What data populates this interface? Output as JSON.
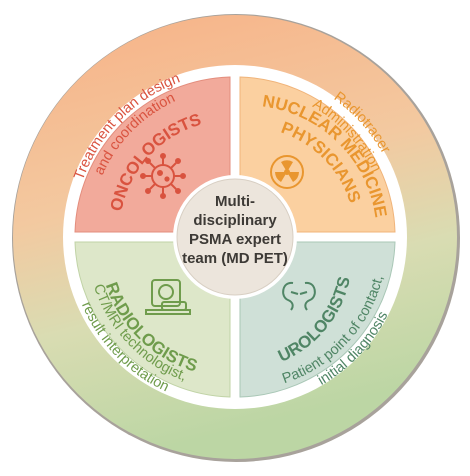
{
  "center": {
    "lines": [
      "Multi-",
      "disciplinary",
      "PSMA expert",
      "team (MD PET)"
    ]
  },
  "quadrants": {
    "oncologists": {
      "label": "ONCOLOGISTS",
      "icon": "virus-icon"
    },
    "nuclear": {
      "label_line1": "NUCLEAR MEDICINE",
      "label_line2": "PHYSICIANS",
      "icon": "radiation-icon"
    },
    "radiologists": {
      "label": "RADIOLOGISTS",
      "icon": "scanner-icon"
    },
    "urologists": {
      "label": "UROLOGISTS",
      "icon": "kidney-icon"
    }
  },
  "ring": {
    "oncologists_role": {
      "line1": "Treatment plan design",
      "line2": "and coordination"
    },
    "nuclear_role": {
      "line1": "Radiotracer",
      "line2": "Administration"
    },
    "radiologists_role": {
      "line1": "CT/MRI technologist,",
      "line2": "result interpretation"
    },
    "urologists_role": {
      "line1": "Patient point of contact,",
      "line2": "initial diagnosis"
    }
  },
  "colors": {
    "oncologists": "#f2a99a",
    "oncologists_text": "#d9533f",
    "nuclear": "#fbd09e",
    "nuclear_text": "#e9962f",
    "radiologists": "#dde7c9",
    "radiologists_text": "#6f9c4c",
    "urologists": "#cfe0d6",
    "urologists_text": "#4f8565",
    "ring_warm": "#f6b88c",
    "ring_cool": "#c8d9ac"
  }
}
